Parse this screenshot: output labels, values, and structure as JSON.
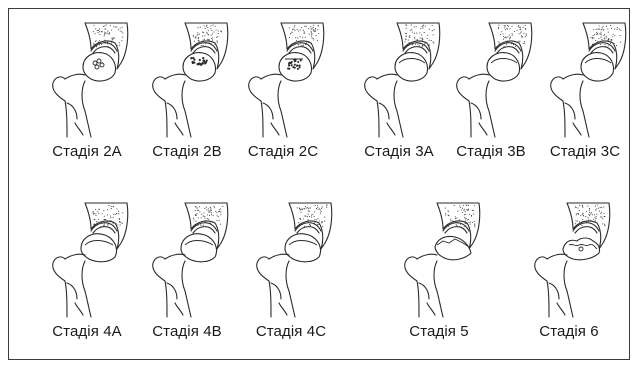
{
  "figure": {
    "stages": [
      {
        "label": "Стадія 2A",
        "variant": "2A"
      },
      {
        "label": "Стадія 2B",
        "variant": "2B"
      },
      {
        "label": "Стадія 2C",
        "variant": "2C"
      },
      {
        "label": "Стадія 3A",
        "variant": "3A"
      },
      {
        "label": "Стадія 3B",
        "variant": "3B"
      },
      {
        "label": "Стадія 3C",
        "variant": "3C"
      },
      {
        "label": "Стадія 4A",
        "variant": "4A"
      },
      {
        "label": "Стадія 4B",
        "variant": "4B"
      },
      {
        "label": "Стадія 4C",
        "variant": "4C"
      },
      {
        "label": "Стадія 5",
        "variant": "5"
      },
      {
        "label": "Стадія 6",
        "variant": "6"
      }
    ],
    "colors": {
      "line": "#2b2b2b",
      "bone_fill": "#ffffff",
      "stipple": "#3a3a3a"
    }
  }
}
